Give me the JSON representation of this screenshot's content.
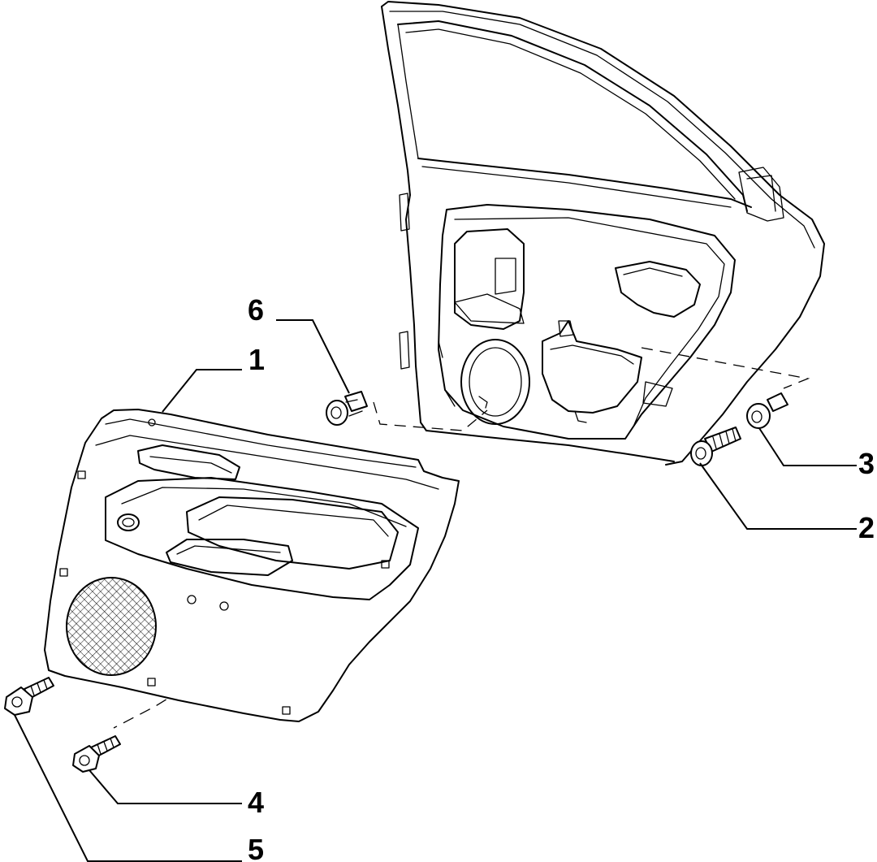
{
  "callouts": [
    {
      "id": "1",
      "label": "1"
    },
    {
      "id": "2",
      "label": "2"
    },
    {
      "id": "3",
      "label": "3"
    },
    {
      "id": "4",
      "label": "4"
    },
    {
      "id": "5",
      "label": "5"
    },
    {
      "id": "6",
      "label": "6"
    }
  ],
  "parts": {
    "door_panel_trim": "door-trim-panel",
    "door_shell": "door-shell",
    "fasteners": [
      "clip-2",
      "clip-3",
      "screw-4",
      "screw-5",
      "clip-6"
    ]
  },
  "colors": {
    "line": "#000000",
    "background": "#ffffff"
  }
}
